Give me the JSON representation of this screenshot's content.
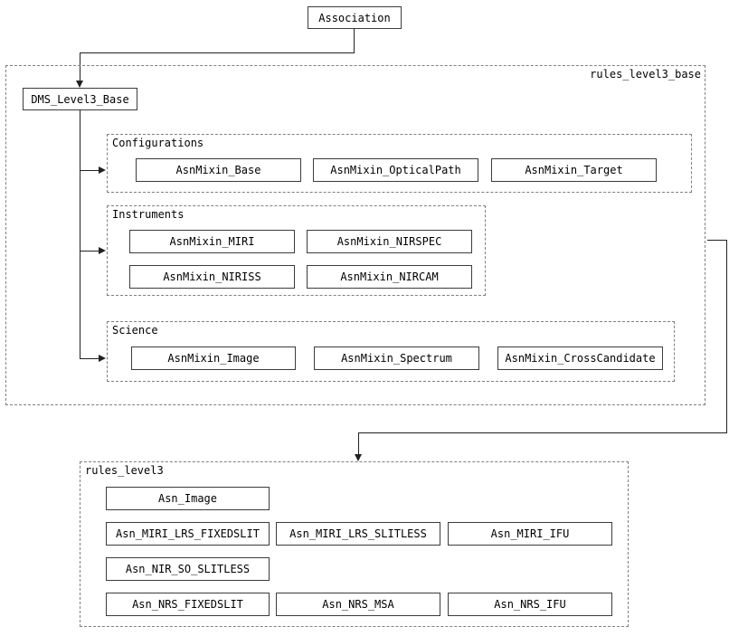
{
  "diagram": {
    "root_label": "Association",
    "level3_base": {
      "label": "rules_level3_base",
      "base_label": "DMS_Level3_Base",
      "configurations": {
        "label": "Configurations",
        "items": [
          "AsnMixin_Base",
          "AsnMixin_OpticalPath",
          "AsnMixin_Target"
        ]
      },
      "instruments": {
        "label": "Instruments",
        "items": [
          "AsnMixin_MIRI",
          "AsnMixin_NIRSPEC",
          "AsnMixin_NIRISS",
          "AsnMixin_NIRCAM"
        ]
      },
      "science": {
        "label": "Science",
        "items": [
          "AsnMixin_Image",
          "AsnMixin_Spectrum",
          "AsnMixin_CrossCandidate"
        ]
      }
    },
    "level3": {
      "label": "rules_level3",
      "items": [
        "Asn_Image",
        "Asn_MIRI_LRS_FIXEDSLIT",
        "Asn_MIRI_LRS_SLITLESS",
        "Asn_MIRI_IFU",
        "Asn_NIR_SO_SLITLESS",
        "Asn_NRS_FIXEDSLIT",
        "Asn_NRS_MSA",
        "Asn_NRS_IFU"
      ]
    },
    "colors": {
      "background": "#ffffff",
      "text": "#000000",
      "node_border": "#3c3c3c",
      "cluster_border": "#7f7f7f",
      "edge": "#222222"
    }
  }
}
